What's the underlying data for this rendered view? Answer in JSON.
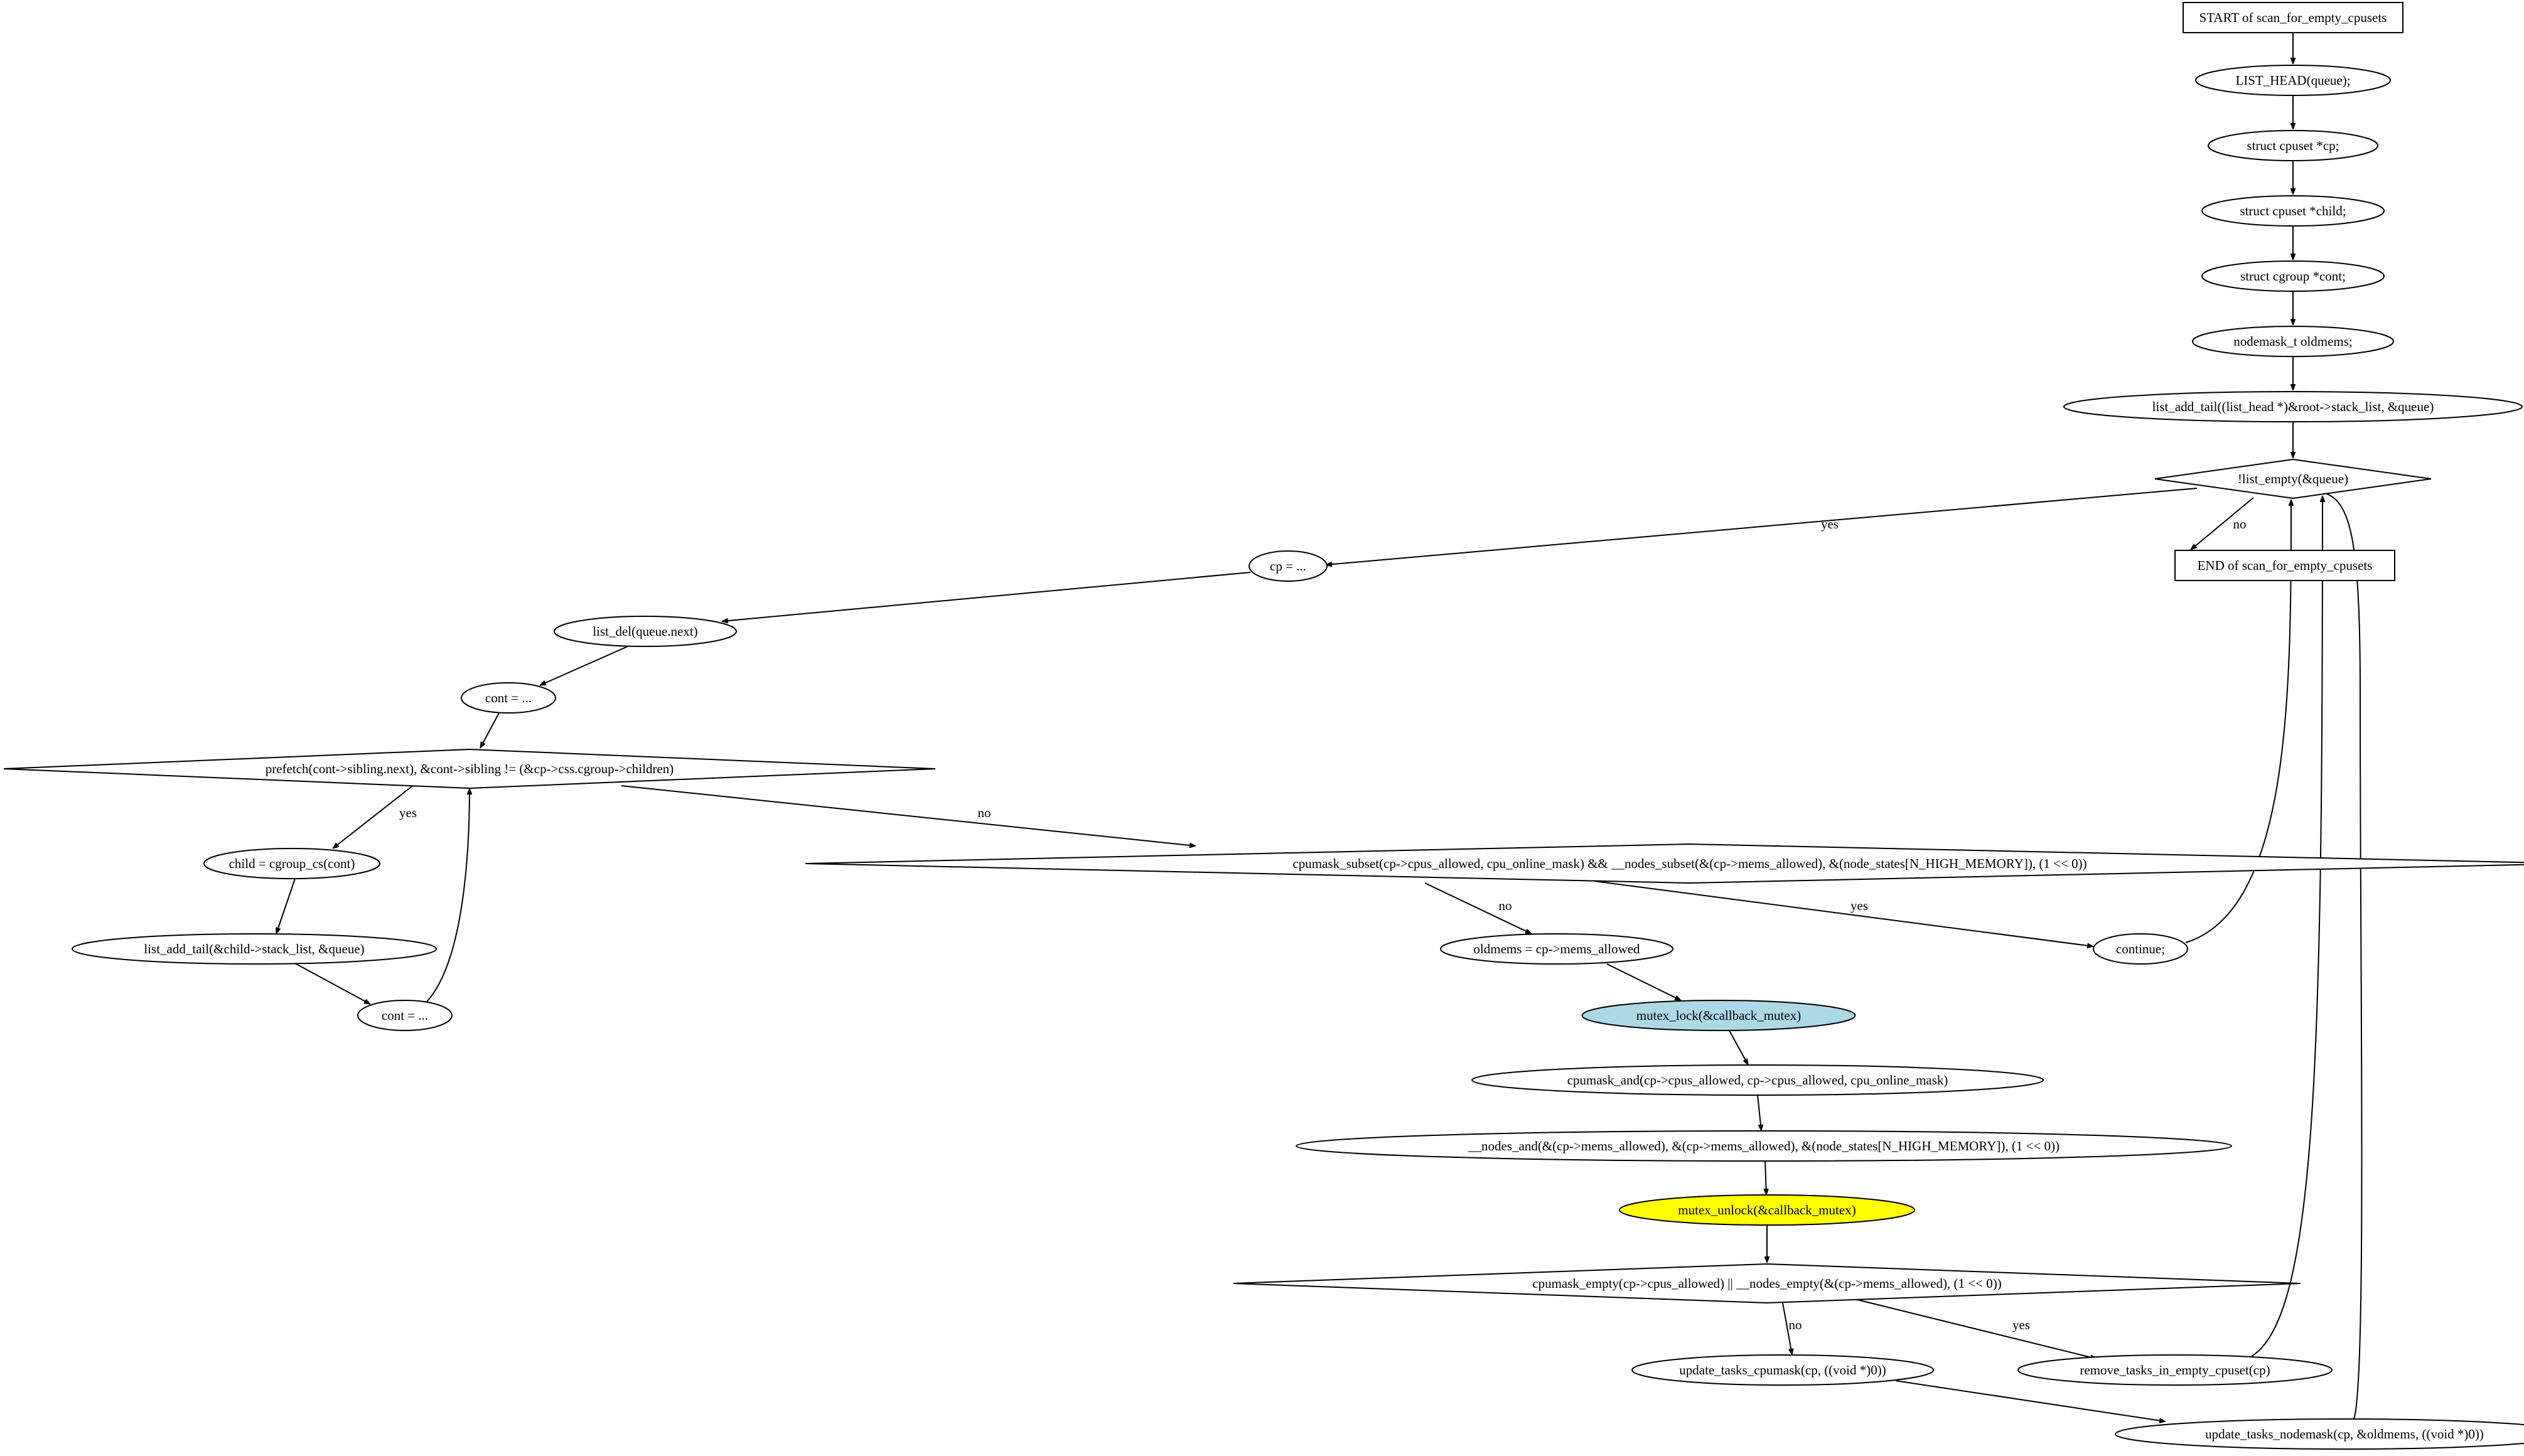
{
  "diagram": {
    "nodes": [
      {
        "id": "start",
        "shape": "rect",
        "label": "START of scan_for_empty_cpusets"
      },
      {
        "id": "n_list_head",
        "shape": "ellipse",
        "label": "LIST_HEAD(queue);"
      },
      {
        "id": "n_struct_cp",
        "shape": "ellipse",
        "label": "struct cpuset *cp;"
      },
      {
        "id": "n_struct_child",
        "shape": "ellipse",
        "label": "struct cpuset *child;"
      },
      {
        "id": "n_struct_cont",
        "shape": "ellipse",
        "label": "struct cgroup *cont;"
      },
      {
        "id": "n_oldmems_decl",
        "shape": "ellipse",
        "label": "nodemask_t oldmems;"
      },
      {
        "id": "n_list_add_root",
        "shape": "ellipse",
        "label": "list_add_tail((list_head *)&root->stack_list, &queue)"
      },
      {
        "id": "d_list_empty",
        "shape": "diamond",
        "label": "!list_empty(&queue)"
      },
      {
        "id": "end",
        "shape": "rect",
        "label": "END of scan_for_empty_cpusets"
      },
      {
        "id": "n_cp_assign",
        "shape": "ellipse",
        "label": "cp = ..."
      },
      {
        "id": "n_list_del",
        "shape": "ellipse",
        "label": "list_del(queue.next)"
      },
      {
        "id": "n_cont_assign1",
        "shape": "ellipse",
        "label": "cont = ..."
      },
      {
        "id": "d_prefetch",
        "shape": "diamond",
        "label": "prefetch(cont->sibling.next), &cont->sibling != (&cp->css.cgroup->children)"
      },
      {
        "id": "n_child_assign",
        "shape": "ellipse",
        "label": "child = cgroup_cs(cont)"
      },
      {
        "id": "n_list_add_child",
        "shape": "ellipse",
        "label": "list_add_tail(&child->stack_list, &queue)"
      },
      {
        "id": "n_cont_assign2",
        "shape": "ellipse",
        "label": "cont = ..."
      },
      {
        "id": "d_cpumask_subset",
        "shape": "diamond",
        "label": "cpumask_subset(cp->cpus_allowed, cpu_online_mask) && __nodes_subset(&(cp->mems_allowed), &(node_states[N_HIGH_MEMORY]), (1 << 0))"
      },
      {
        "id": "n_continue",
        "shape": "ellipse",
        "label": "continue;"
      },
      {
        "id": "n_oldmems_assign",
        "shape": "ellipse",
        "label": "oldmems = cp->mems_allowed"
      },
      {
        "id": "n_mutex_lock",
        "shape": "ellipse",
        "label": "mutex_lock(&callback_mutex)",
        "fill": "#add8e6"
      },
      {
        "id": "n_cpumask_and",
        "shape": "ellipse",
        "label": "cpumask_and(cp->cpus_allowed, cp->cpus_allowed, cpu_online_mask)"
      },
      {
        "id": "n_nodes_and",
        "shape": "ellipse",
        "label": "__nodes_and(&(cp->mems_allowed), &(cp->mems_allowed), &(node_states[N_HIGH_MEMORY]), (1 << 0))"
      },
      {
        "id": "n_mutex_unlock",
        "shape": "ellipse",
        "label": "mutex_unlock(&callback_mutex)",
        "fill": "#ffff00"
      },
      {
        "id": "d_cpumask_empty",
        "shape": "diamond",
        "label": "cpumask_empty(cp->cpus_allowed) || __nodes_empty(&(cp->mems_allowed), (1 << 0))"
      },
      {
        "id": "n_update_cpumask",
        "shape": "ellipse",
        "label": "update_tasks_cpumask(cp, ((void *)0))"
      },
      {
        "id": "n_remove_tasks",
        "shape": "ellipse",
        "label": "remove_tasks_in_empty_cpuset(cp)"
      },
      {
        "id": "n_update_nodemask",
        "shape": "ellipse",
        "label": "update_tasks_nodemask(cp, &oldmems, ((void *)0))"
      }
    ],
    "edges": [
      {
        "from": "start",
        "to": "n_list_head",
        "label": ""
      },
      {
        "from": "n_list_head",
        "to": "n_struct_cp",
        "label": ""
      },
      {
        "from": "n_struct_cp",
        "to": "n_struct_child",
        "label": ""
      },
      {
        "from": "n_struct_child",
        "to": "n_struct_cont",
        "label": ""
      },
      {
        "from": "n_struct_cont",
        "to": "n_oldmems_decl",
        "label": ""
      },
      {
        "from": "n_oldmems_decl",
        "to": "n_list_add_root",
        "label": ""
      },
      {
        "from": "n_list_add_root",
        "to": "d_list_empty",
        "label": ""
      },
      {
        "from": "d_list_empty",
        "to": "n_cp_assign",
        "label": "yes"
      },
      {
        "from": "d_list_empty",
        "to": "end",
        "label": "no"
      },
      {
        "from": "n_cp_assign",
        "to": "n_list_del",
        "label": ""
      },
      {
        "from": "n_list_del",
        "to": "n_cont_assign1",
        "label": ""
      },
      {
        "from": "n_cont_assign1",
        "to": "d_prefetch",
        "label": ""
      },
      {
        "from": "d_prefetch",
        "to": "n_child_assign",
        "label": "yes"
      },
      {
        "from": "d_prefetch",
        "to": "d_cpumask_subset",
        "label": "no"
      },
      {
        "from": "n_child_assign",
        "to": "n_list_add_child",
        "label": ""
      },
      {
        "from": "n_list_add_child",
        "to": "n_cont_assign2",
        "label": ""
      },
      {
        "from": "n_cont_assign2",
        "to": "d_prefetch",
        "label": ""
      },
      {
        "from": "d_cpumask_subset",
        "to": "n_oldmems_assign",
        "label": "no"
      },
      {
        "from": "d_cpumask_subset",
        "to": "n_continue",
        "label": "yes"
      },
      {
        "from": "n_continue",
        "to": "d_list_empty",
        "label": ""
      },
      {
        "from": "n_oldmems_assign",
        "to": "n_mutex_lock",
        "label": ""
      },
      {
        "from": "n_mutex_lock",
        "to": "n_cpumask_and",
        "label": ""
      },
      {
        "from": "n_cpumask_and",
        "to": "n_nodes_and",
        "label": ""
      },
      {
        "from": "n_nodes_and",
        "to": "n_mutex_unlock",
        "label": ""
      },
      {
        "from": "n_mutex_unlock",
        "to": "d_cpumask_empty",
        "label": ""
      },
      {
        "from": "d_cpumask_empty",
        "to": "n_update_cpumask",
        "label": "no"
      },
      {
        "from": "d_cpumask_empty",
        "to": "n_remove_tasks",
        "label": "yes"
      },
      {
        "from": "n_update_cpumask",
        "to": "n_update_nodemask",
        "label": ""
      },
      {
        "from": "n_remove_tasks",
        "to": "d_list_empty",
        "label": ""
      },
      {
        "from": "n_update_nodemask",
        "to": "d_list_empty",
        "label": ""
      }
    ]
  }
}
